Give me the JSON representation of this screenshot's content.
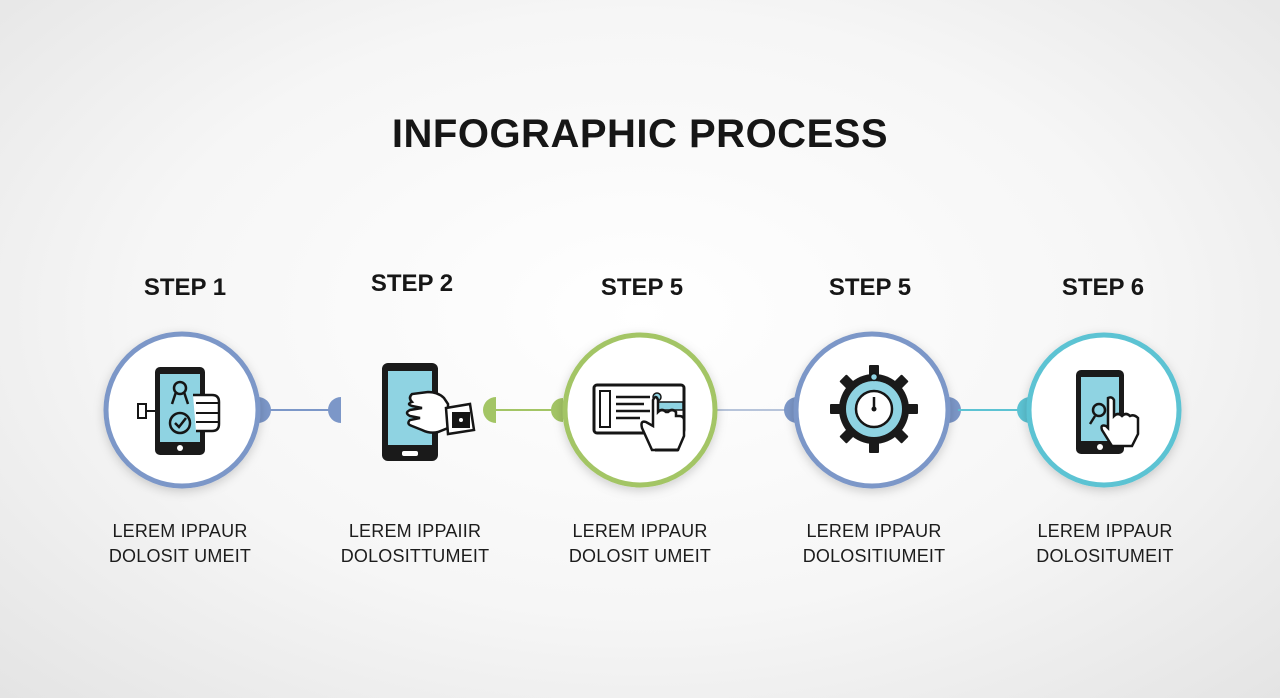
{
  "title": "INFOGRAPHIC PROCESS",
  "colors": {
    "blue": "#7c97c8",
    "green": "#a3c565",
    "teal": "#5cc3d3",
    "screen": "#8fd3e2",
    "ink": "#151515"
  },
  "steps": [
    {
      "label": "STEP 1",
      "desc_line1": "LEREM IPPAUR",
      "desc_line2": "DOLOSIT  UMEIT",
      "icon": "phone-hand-approval-icon"
    },
    {
      "label": "STEP 2",
      "desc_line1": "LEREM IPPAIIR",
      "desc_line2": "DOLOSITTUMEIT",
      "icon": "phone-hand-swipe-icon"
    },
    {
      "label": "STEP 5",
      "desc_line1": "LEREM IPPAUR",
      "desc_line2": "DOLOSIT UMEIT",
      "icon": "hand-click-card-icon"
    },
    {
      "label": "STEP 5",
      "desc_line1": "LEREM IPPAUR",
      "desc_line2": "DOLOSITIUMEIT",
      "icon": "gear-timer-icon"
    },
    {
      "label": "STEP 6",
      "desc_line1": "LEREM IPPAUR",
      "desc_line2": "DOLOSITUMEIT",
      "icon": "phone-hand-tap-icon"
    }
  ]
}
